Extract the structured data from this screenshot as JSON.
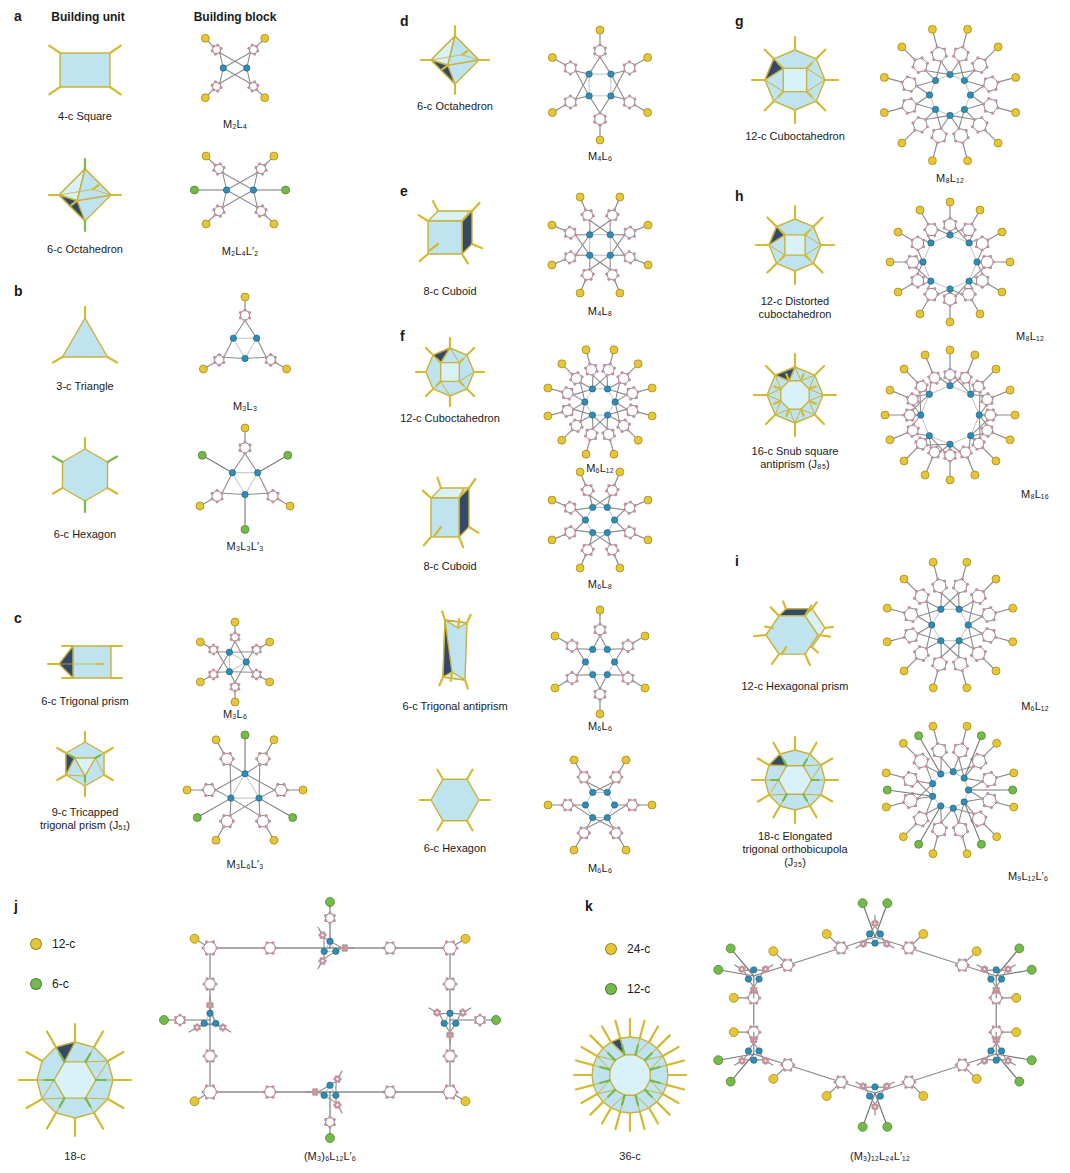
{
  "diagram": {
    "labels": [
      "a",
      "Building unit",
      "Building block",
      "4-c Square",
      "M₂L₄",
      "6-c Octahedron",
      "M₂L₄L′₂",
      "b",
      "3-c Triangle",
      "M₃L₃",
      "6-c Hexagon",
      "M₃L₃L′₃",
      "c",
      "6-c Trigonal prism",
      "M₃L₆",
      "9-c Tricapped trigonal prism (J₅₁)",
      "M₃L₆L′₃",
      "d",
      "6-c Octahedron",
      "M₄L₆",
      "e",
      "8-c Cuboid",
      "M₄L₈",
      "f",
      "12-c Cuboctahedron",
      "M₆L₁₂",
      "8-c Cuboid",
      "M₆L₈",
      "6-c Trigonal antiprism",
      "M₆L₆",
      "6-c Hexagon",
      "M₆L₆",
      "g",
      "12-c Cuboctahedron",
      "M₈L₁₂",
      "h",
      "12-c Distorted cuboctahedron",
      "M₈L₁₂",
      "16-c Snub square antiprism (J₈₅)",
      "M₈L₁₆",
      "i",
      "12-c Hexagonal prism",
      "M₆L₁₂",
      "18-c Elongated trigonal orthobicupola (J₃₅)",
      "M₉L₁₂L′₆",
      "j",
      "18-c",
      "(M₃)₆L₁₂L′₆",
      "k",
      "36-c",
      "(M₃)₁₂L₂₄L′₁₂"
    ],
    "legend": [
      {
        "text": "12-c",
        "color": "#e4c636"
      },
      {
        "text": "6-c",
        "color": "#76b84b"
      },
      {
        "text": "24-c",
        "color": "#e4c636"
      },
      {
        "text": "12-c",
        "color": "#76b84b"
      }
    ]
  }
}
